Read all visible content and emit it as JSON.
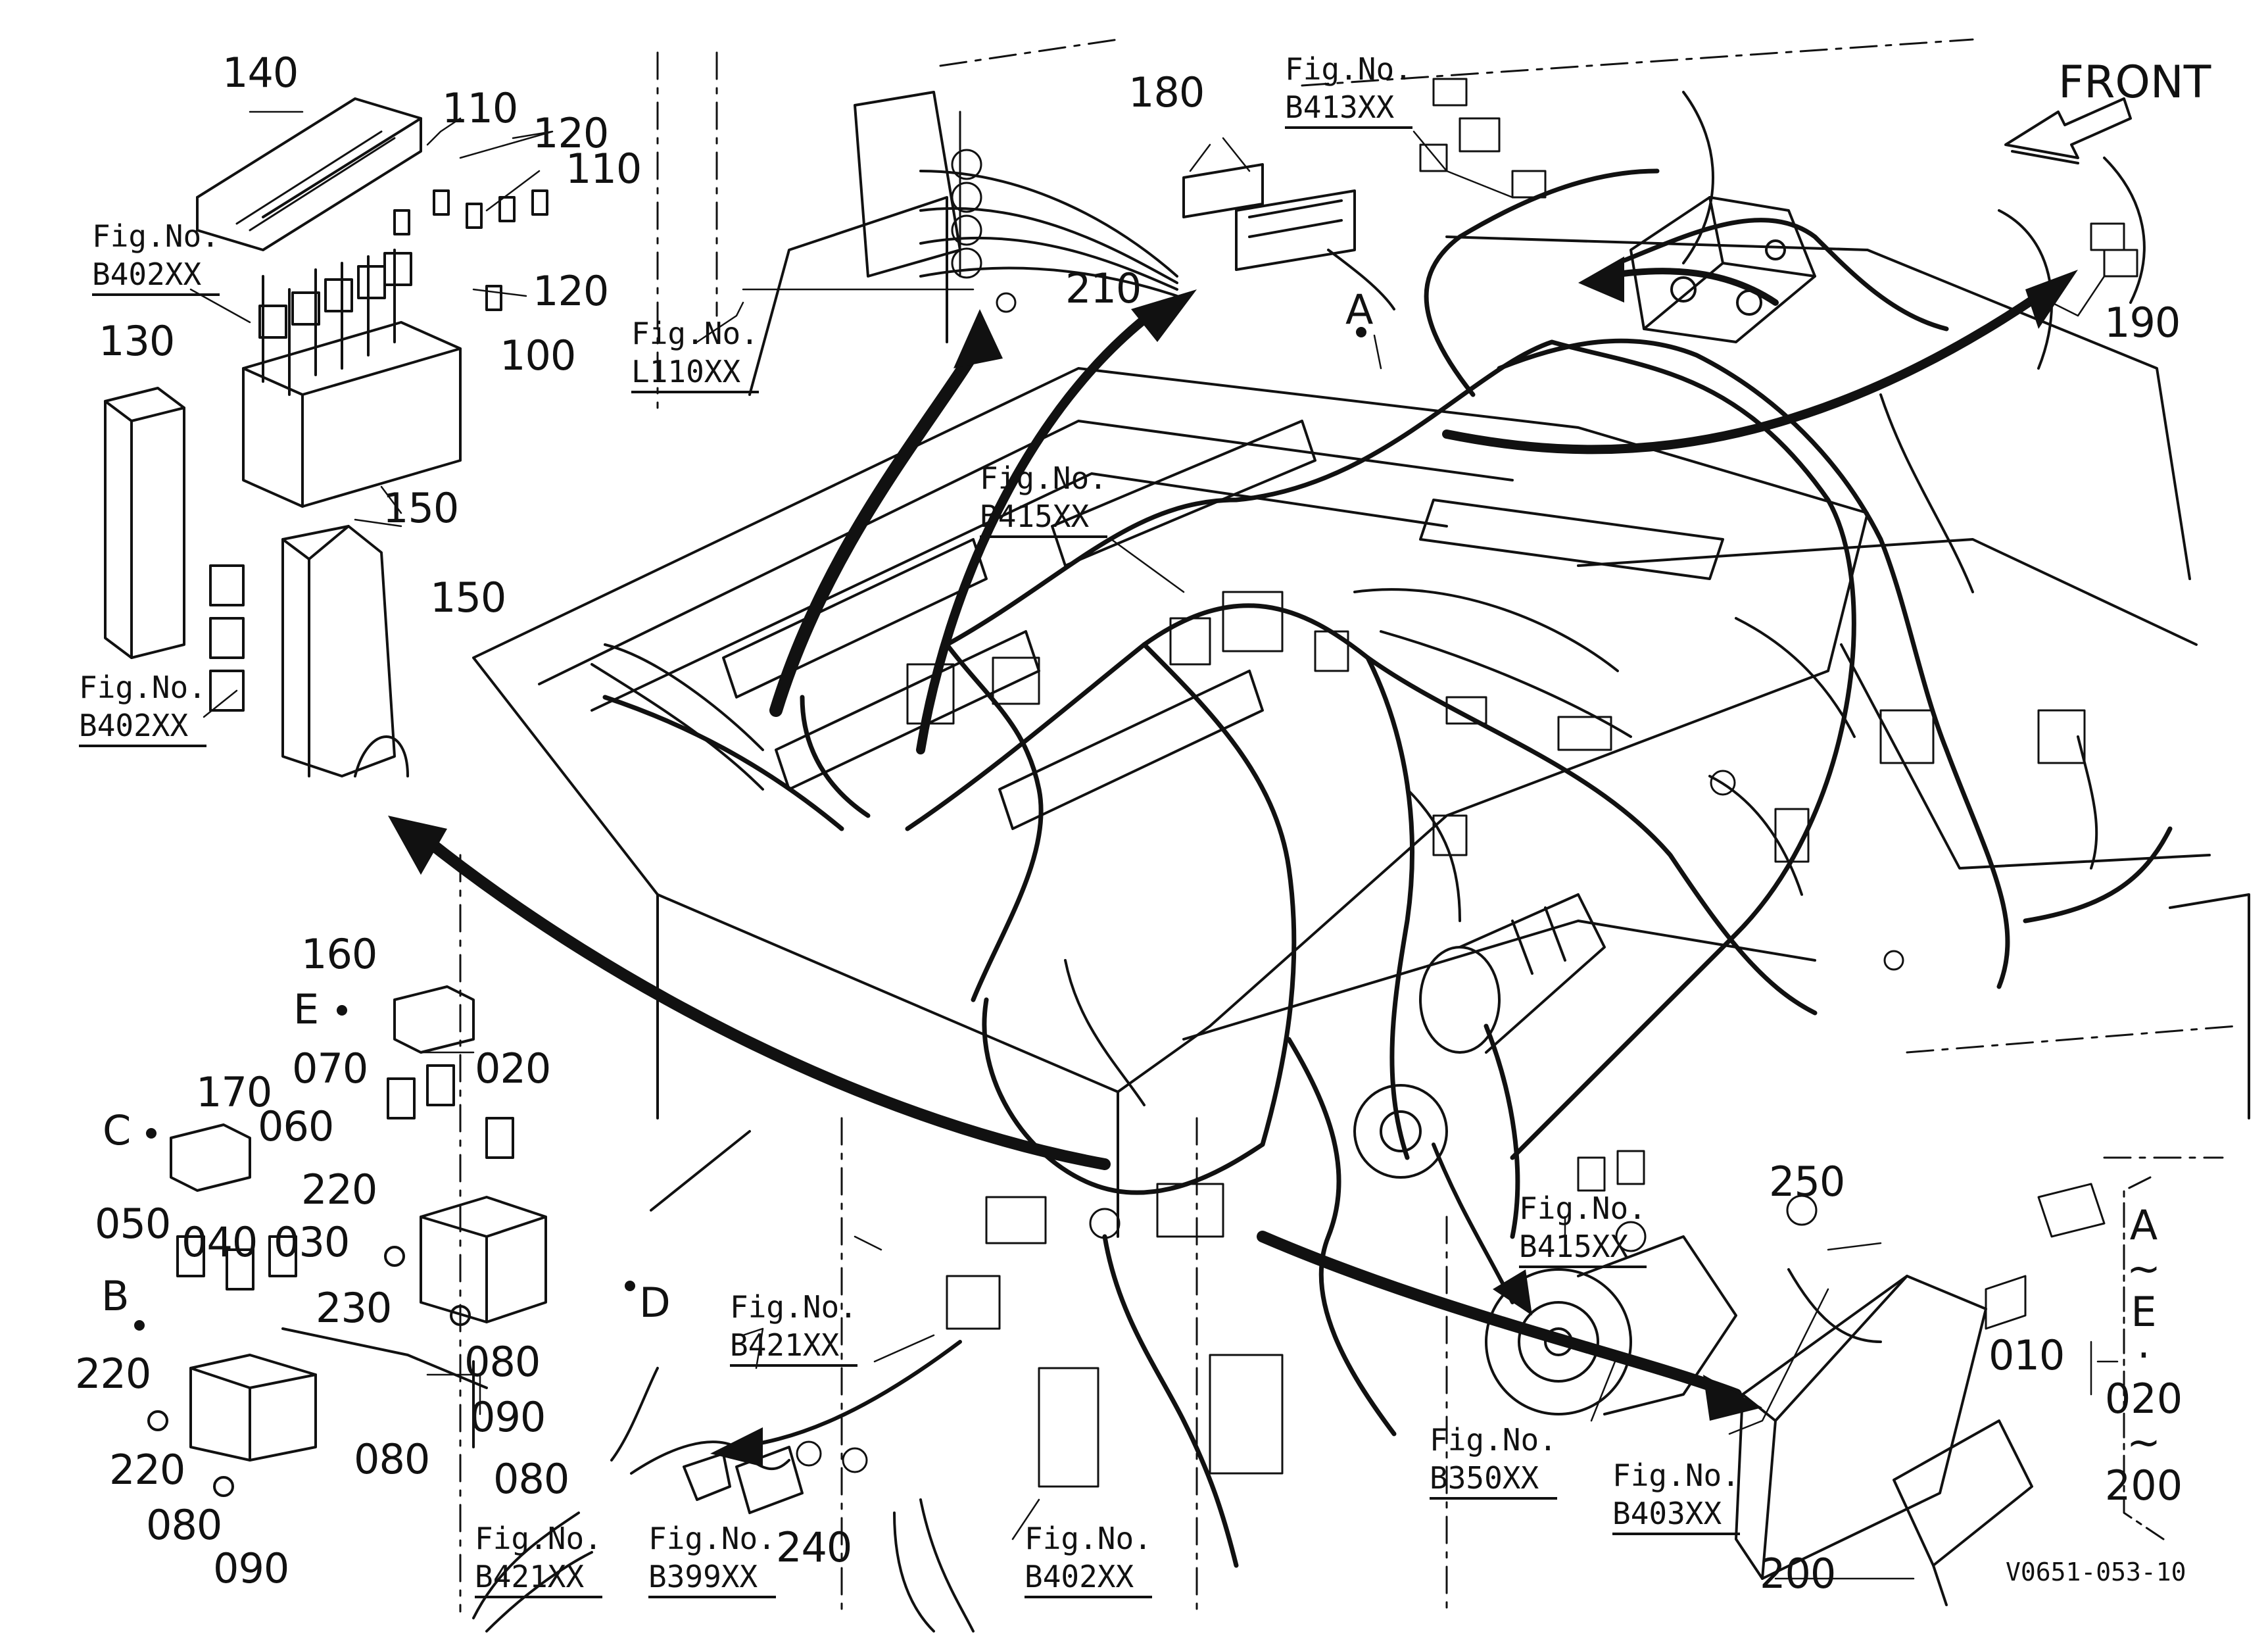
{
  "drawing": {
    "front_label": "FRONT",
    "code": "V0651-053-10",
    "legend": {
      "number": "010",
      "lines": [
        "A",
        "~",
        "E",
        "·",
        "020",
        "~",
        "200"
      ]
    }
  },
  "part_labels": [
    {
      "id": "p140",
      "text": "140"
    },
    {
      "id": "p110a",
      "text": "110"
    },
    {
      "id": "p120a",
      "text": "120"
    },
    {
      "id": "p110b",
      "text": "110"
    },
    {
      "id": "p120b",
      "text": "120"
    },
    {
      "id": "p100",
      "text": "100"
    },
    {
      "id": "p130",
      "text": "130"
    },
    {
      "id": "p150a",
      "text": "150"
    },
    {
      "id": "p150b",
      "text": "150"
    },
    {
      "id": "p180",
      "text": "180"
    },
    {
      "id": "p210",
      "text": "210"
    },
    {
      "id": "p190",
      "text": "190"
    },
    {
      "id": "p160",
      "text": "160"
    },
    {
      "id": "p170",
      "text": "170"
    },
    {
      "id": "p070",
      "text": "070"
    },
    {
      "id": "p020",
      "text": "020"
    },
    {
      "id": "p060",
      "text": "060"
    },
    {
      "id": "p220a",
      "text": "220"
    },
    {
      "id": "p050",
      "text": "050"
    },
    {
      "id": "p040",
      "text": "040"
    },
    {
      "id": "p030",
      "text": "030"
    },
    {
      "id": "p230",
      "text": "230"
    },
    {
      "id": "p220b",
      "text": "220"
    },
    {
      "id": "p220c",
      "text": "220"
    },
    {
      "id": "p080a",
      "text": "080"
    },
    {
      "id": "p080b",
      "text": "080"
    },
    {
      "id": "p090a",
      "text": "090"
    },
    {
      "id": "p080c",
      "text": "080"
    },
    {
      "id": "p090b",
      "text": "090"
    },
    {
      "id": "p080d",
      "text": "080"
    },
    {
      "id": "p240",
      "text": "240"
    },
    {
      "id": "p250",
      "text": "250"
    },
    {
      "id": "p200",
      "text": "200"
    }
  ],
  "callouts": [
    {
      "id": "cA",
      "text": "A"
    },
    {
      "id": "cB",
      "text": "B"
    },
    {
      "id": "cC",
      "text": "C"
    },
    {
      "id": "cD",
      "text": "D"
    },
    {
      "id": "cE",
      "text": "E"
    }
  ],
  "figure_refs": [
    {
      "id": "f1",
      "prefix": "Fig.No.",
      "number": "B402XX"
    },
    {
      "id": "f2",
      "prefix": "Fig.No.",
      "number": "B402XX"
    },
    {
      "id": "f3",
      "prefix": "Fig.No.",
      "number": "L110XX"
    },
    {
      "id": "f4",
      "prefix": "Fig.No.",
      "number": "B413XX"
    },
    {
      "id": "f5",
      "prefix": "Fig.No.",
      "number": "B415XX"
    },
    {
      "id": "f6",
      "prefix": "Fig.No.",
      "number": "B421XX"
    },
    {
      "id": "f7",
      "prefix": "Fig.No.",
      "number": "B415XX"
    },
    {
      "id": "f8",
      "prefix": "Fig.No.",
      "number": "B421XX"
    },
    {
      "id": "f9",
      "prefix": "Fig.No.",
      "number": "B399XX"
    },
    {
      "id": "f10",
      "prefix": "Fig.No.",
      "number": "B402XX"
    },
    {
      "id": "f11",
      "prefix": "Fig.No.",
      "number": "B350XX"
    },
    {
      "id": "f12",
      "prefix": "Fig.No.",
      "number": "B403XX"
    }
  ]
}
